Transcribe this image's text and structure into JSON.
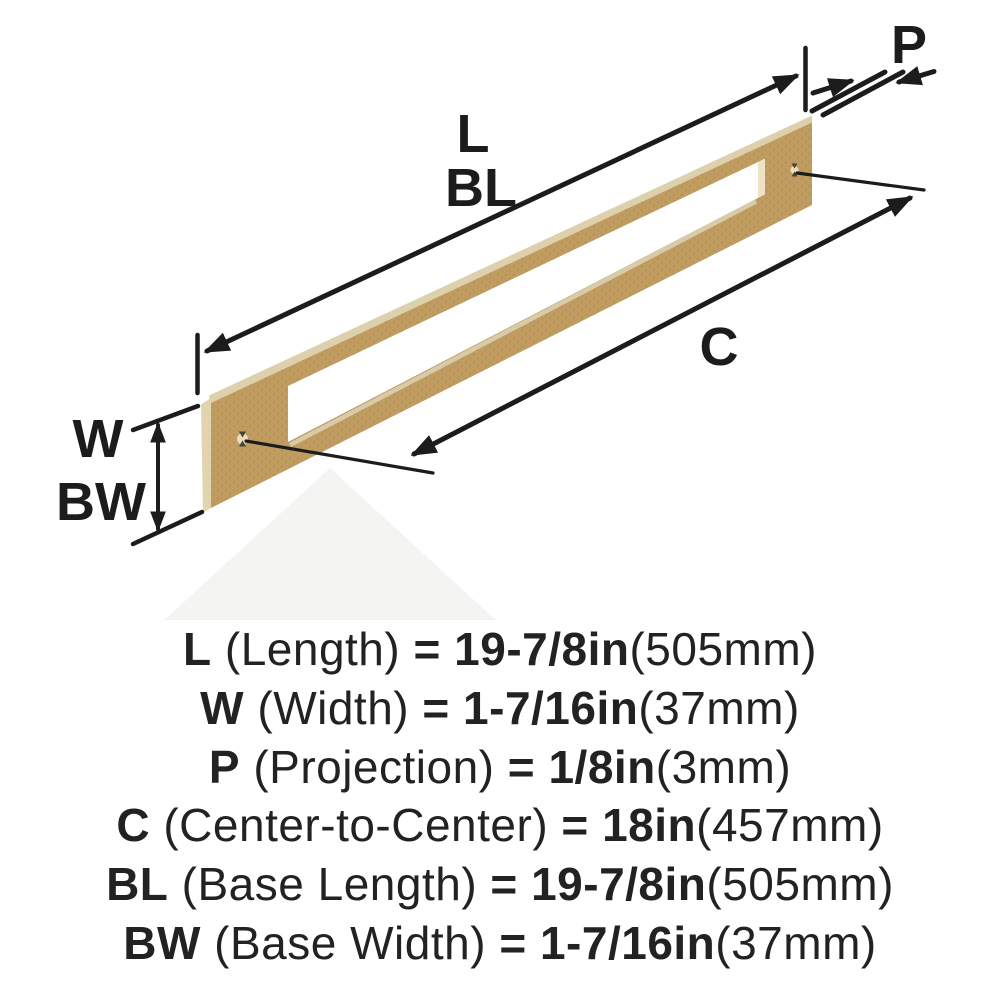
{
  "diagram": {
    "callouts": {
      "length": "L",
      "base_length": "BL",
      "projection": "P",
      "center_to_center": "C",
      "width": "W",
      "base_width": "BW"
    },
    "colors": {
      "handle_gold": "#c09c60",
      "handle_highlight": "#ddd0ac",
      "handle_edge": "#e3d4b0",
      "slot_inner_edge": "#eee3c6",
      "line": "#1c1c1c",
      "watermark": "#f4f4f2"
    }
  },
  "specs": [
    {
      "code": "L",
      "desc": "(Length)",
      "eq": "=",
      "value": "19-7/8in",
      "metric": "(505mm)"
    },
    {
      "code": "W",
      "desc": "(Width)",
      "eq": "=",
      "value": "1-7/16in",
      "metric": "(37mm)"
    },
    {
      "code": "P",
      "desc": "(Projection)",
      "eq": "=",
      "value": "1/8in",
      "metric": "(3mm)"
    },
    {
      "code": "C",
      "desc": "(Center-to-Center)",
      "eq": "=",
      "value": "18in",
      "metric": "(457mm)"
    },
    {
      "code": "BL",
      "desc": "(Base Length)",
      "eq": "=",
      "value": "19-7/8in",
      "metric": "(505mm)"
    },
    {
      "code": "BW",
      "desc": "(Base Width)",
      "eq": "=",
      "value": "1-7/16in",
      "metric": "(37mm)"
    }
  ]
}
